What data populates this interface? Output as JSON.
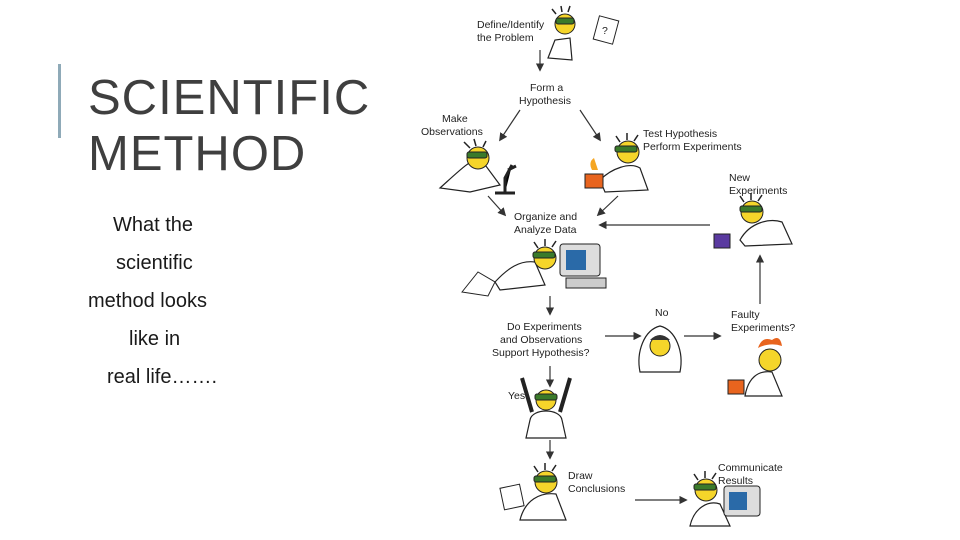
{
  "slide": {
    "title_lines": [
      "SCIENTIFIC",
      "METHOD"
    ],
    "subtitle_lines": [
      "What the",
      "scientific",
      "method  looks",
      "like in",
      "real life……."
    ]
  },
  "diagram": {
    "labels": {
      "define": [
        "Define/Identify",
        "the Problem"
      ],
      "hypothesis": [
        "Form a",
        "Hypothesis"
      ],
      "observations": [
        "Make",
        "Observations"
      ],
      "test": [
        "Test Hypothesis",
        "Perform Experiments"
      ],
      "new_exp": [
        "New",
        "Experiments"
      ],
      "organize": [
        "Organize and",
        "Analyze Data"
      ],
      "support": [
        "Do Experiments",
        "and Observations",
        "Support Hypothesis?"
      ],
      "no": "No",
      "faulty": [
        "Faulty",
        "Experiments?"
      ],
      "yes": "Yes",
      "draw": [
        "Draw",
        "Conclusions"
      ],
      "communicate": [
        "Communicate",
        "Results"
      ]
    },
    "colors": {
      "skin": "#f5d52a",
      "goggles": "#3a7a2a",
      "coat": "#ffffff",
      "outline": "#222222",
      "flask_orange": "#e8641e",
      "flask_purple": "#5a3aa0",
      "screen": "#2a6aa8"
    }
  }
}
